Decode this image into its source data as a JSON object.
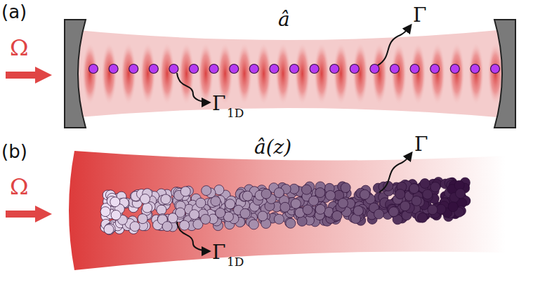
{
  "diagram": {
    "labels": [
      "(a)",
      "Ω",
      "â",
      "Γ",
      "Γ",
      "1D",
      "(b)",
      "Ω",
      "â(z)",
      "Γ",
      "Γ",
      "1D"
    ]
  }
}
